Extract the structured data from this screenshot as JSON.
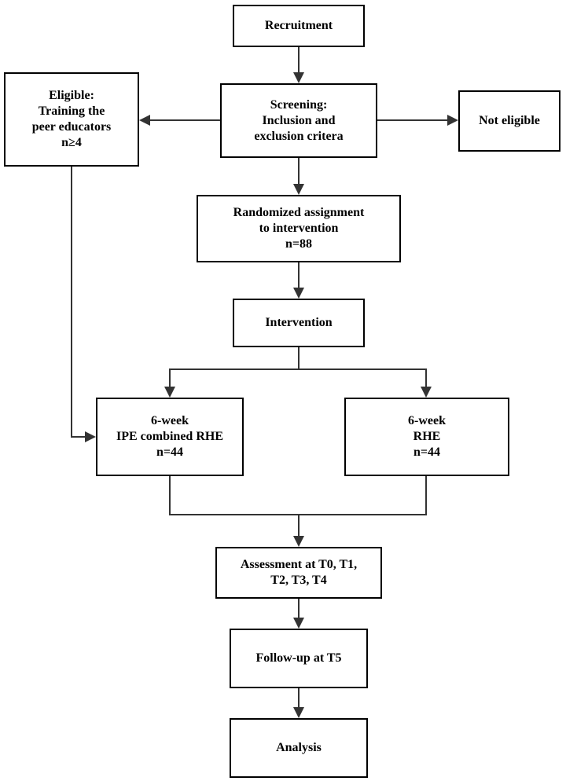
{
  "diagram": {
    "recruitment": {
      "lines": [
        "Recruitment"
      ]
    },
    "screening": {
      "lines": [
        "Screening:",
        "Inclusion and",
        "exclusion critera"
      ]
    },
    "eligible": {
      "lines": [
        "Eligible:",
        "Training the",
        "peer educators",
        "n≥4"
      ]
    },
    "not_eligible": {
      "lines": [
        "Not eligible"
      ]
    },
    "randomized": {
      "lines": [
        "Randomized assignment",
        "to intervention",
        "n=88"
      ]
    },
    "intervention": {
      "lines": [
        "Intervention"
      ]
    },
    "ipe_rhe": {
      "lines": [
        "6-week",
        "IPE combined RHE",
        "n=44"
      ]
    },
    "rhe": {
      "lines": [
        "6-week",
        "RHE",
        "n=44"
      ]
    },
    "assessment": {
      "lines": [
        "Assessment at T0, T1,",
        "T2, T3, T4"
      ]
    },
    "followup": {
      "lines": [
        "Follow-up at T5"
      ]
    },
    "analysis": {
      "lines": [
        "Analysis"
      ]
    }
  },
  "colors": {
    "box_border": "#000000",
    "connector": "#333333",
    "text": "#000000",
    "background": "#ffffff"
  }
}
